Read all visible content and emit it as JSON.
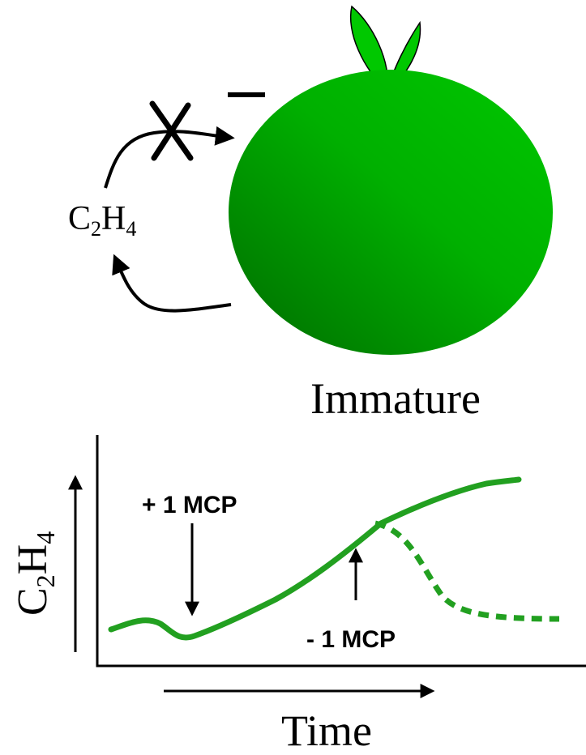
{
  "diagram": {
    "fruit_label": "Immature",
    "feedback": {
      "molecule": {
        "base1": "C",
        "sub1": "2",
        "base2": "H",
        "sub2": "4"
      },
      "inhibition_sign": "–"
    },
    "colors": {
      "fruit_light": "#00c800",
      "fruit_dark": "#006b00",
      "leaf": "#00c800",
      "curve": "#22a020",
      "ink": "#000000"
    }
  },
  "graph": {
    "y_label": {
      "base1": "C",
      "sub1": "2",
      "base2": "H",
      "sub2": "4"
    },
    "x_label": "Time",
    "annotations": {
      "add_mcp": "+ 1 MCP",
      "remove_mcp": "- 1 MCP"
    }
  }
}
